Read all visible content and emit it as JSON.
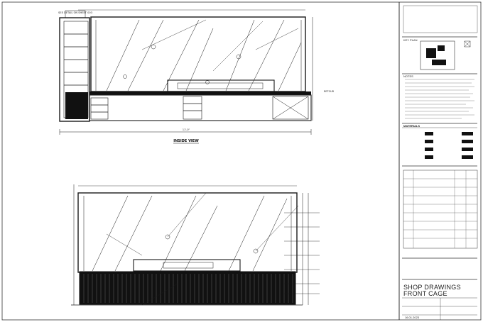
{
  "drawing": {
    "callout_detail": "SEE DETAIL ON SHEET 003",
    "view_label": "INSIDE VIEW",
    "back_callout": "RETOUR",
    "top_overall_dim": "11'-0\""
  },
  "title_block": {
    "key_plan_label": "KEY PLAN",
    "notes_label": "NOTES",
    "materials_label": "MATERIALS",
    "drawing_type": "SHOP DRAWINGS",
    "drawing_title": "FRONT CAGE",
    "date": "16.01.2023"
  },
  "colors": {
    "line": "#1a1a1a",
    "fill_dark": "#111111",
    "paper": "#ffffff"
  }
}
